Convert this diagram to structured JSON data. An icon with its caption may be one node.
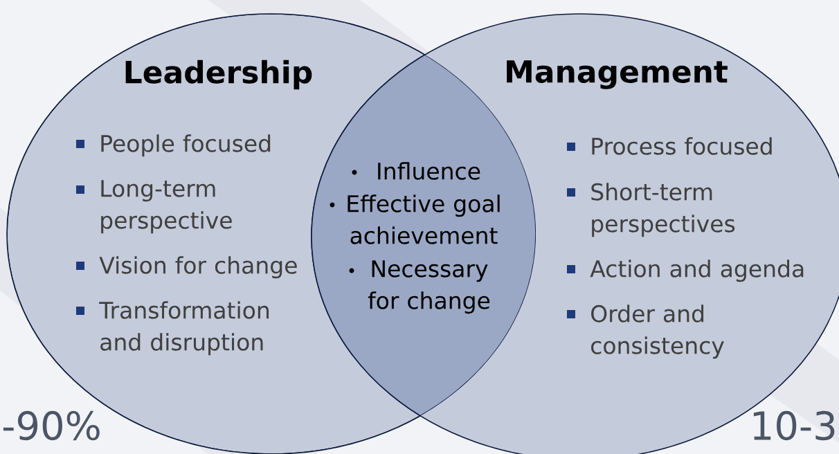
{
  "diagram": {
    "nodes": [
      {
        "text": [
          "Leadership",
          "People focused",
          "Long-term perspective",
          "Vision for change",
          "Transformation and disruption"
        ]
      },
      {
        "text": [
          "Management",
          "Process focused",
          "Short-term perspectives",
          "Action and agenda",
          "Order and consistency"
        ]
      },
      {
        "text": [
          "Influence",
          "Effective goal achievement",
          "Necessary for change"
        ]
      }
    ],
    "edges": [],
    "labels": [
      "-90%",
      "10-3"
    ]
  }
}
